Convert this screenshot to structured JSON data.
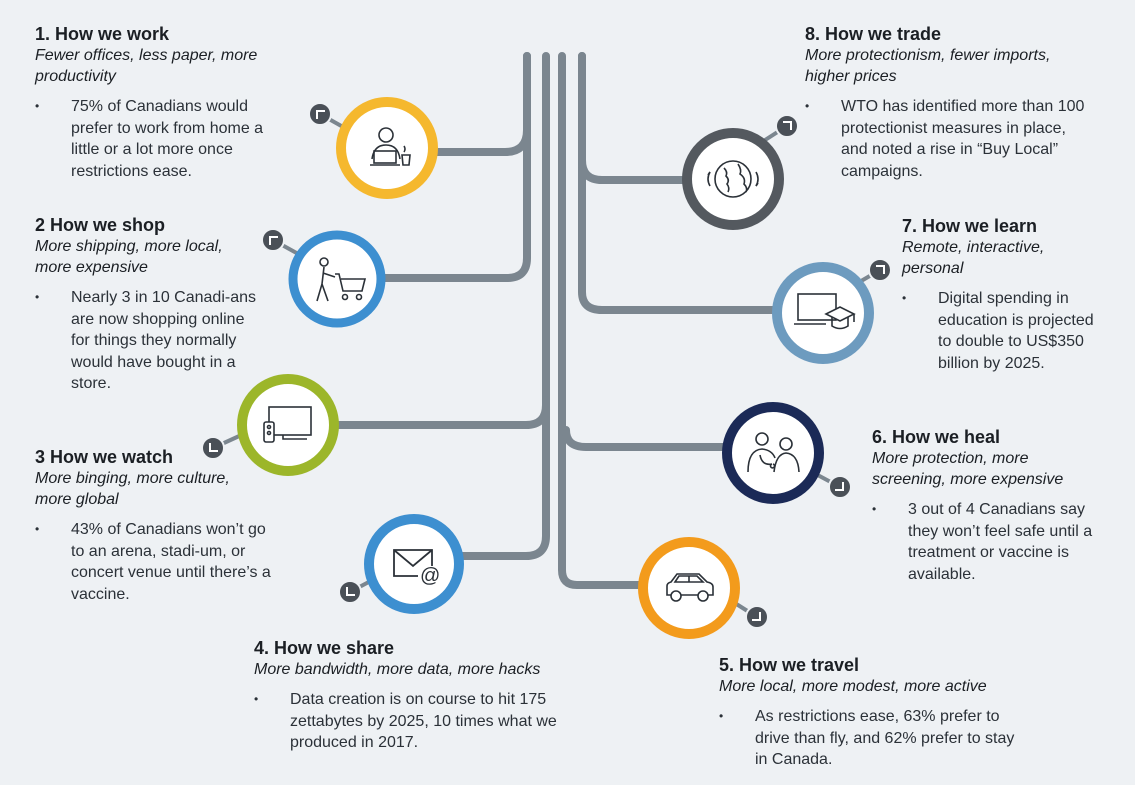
{
  "colors": {
    "line": "#7b868f",
    "work": "#f5b82e",
    "shop": "#3d8fd0",
    "watch": "#9cb62a",
    "share": "#3d8fd0",
    "travel": "#f39b1c",
    "heal": "#1b2a57",
    "learn": "#6d9bbf",
    "trade": "#54595f"
  },
  "sections": {
    "work": {
      "title": "1. How we work",
      "subtitle": "Fewer offices, less paper, more productivity",
      "text": "75% of Canadians would prefer to work from home a little or a lot more once restrictions ease.",
      "icon": "laptop-worker-icon"
    },
    "shop": {
      "title": "2 How we shop",
      "subtitle": "More shipping, more local, more expensive",
      "text": "Nearly 3 in 10 Canadi-ans are now shopping online for things they normally would have bought in a store.",
      "icon": "shopping-cart-icon"
    },
    "watch": {
      "title": "3 How we watch",
      "subtitle": "More binging, more culture, more global",
      "text": "43% of Canadians won’t go to an arena, stadi-um, or concert venue until there’s a vaccine.",
      "icon": "tv-remote-icon"
    },
    "share": {
      "title": "4. How we share",
      "subtitle": "More bandwidth, more data, more hacks",
      "text": "Data creation is on course to hit 175 zettabytes by 2025, 10 times what we produced in 2017.",
      "icon": "email-icon"
    },
    "travel": {
      "title": "5. How we travel",
      "subtitle": "More local, more modest, more active",
      "text": "As restrictions ease, 63% prefer to drive than fly, and 62% prefer to stay in Canada.",
      "icon": "car-icon"
    },
    "heal": {
      "title": "6. How we heal",
      "subtitle": "More protection, more screening, more expensive",
      "text": "3 out of 4 Canadians say they won’t feel safe until a treatment or vaccine is available.",
      "icon": "doctor-patient-icon"
    },
    "learn": {
      "title": "7. How we learn",
      "subtitle": "Remote, interactive, personal",
      "text": "Digital spending in education is projected to double to US$350 billion by 2025.",
      "icon": "graduation-laptop-icon"
    },
    "trade": {
      "title": "8. How we trade",
      "subtitle": "More protectionism, fewer imports, higher prices",
      "text": "WTO has identified more than 100 protectionist measures in place, and noted a rise in “Buy Local” campaigns.",
      "icon": "globe-icon"
    }
  }
}
